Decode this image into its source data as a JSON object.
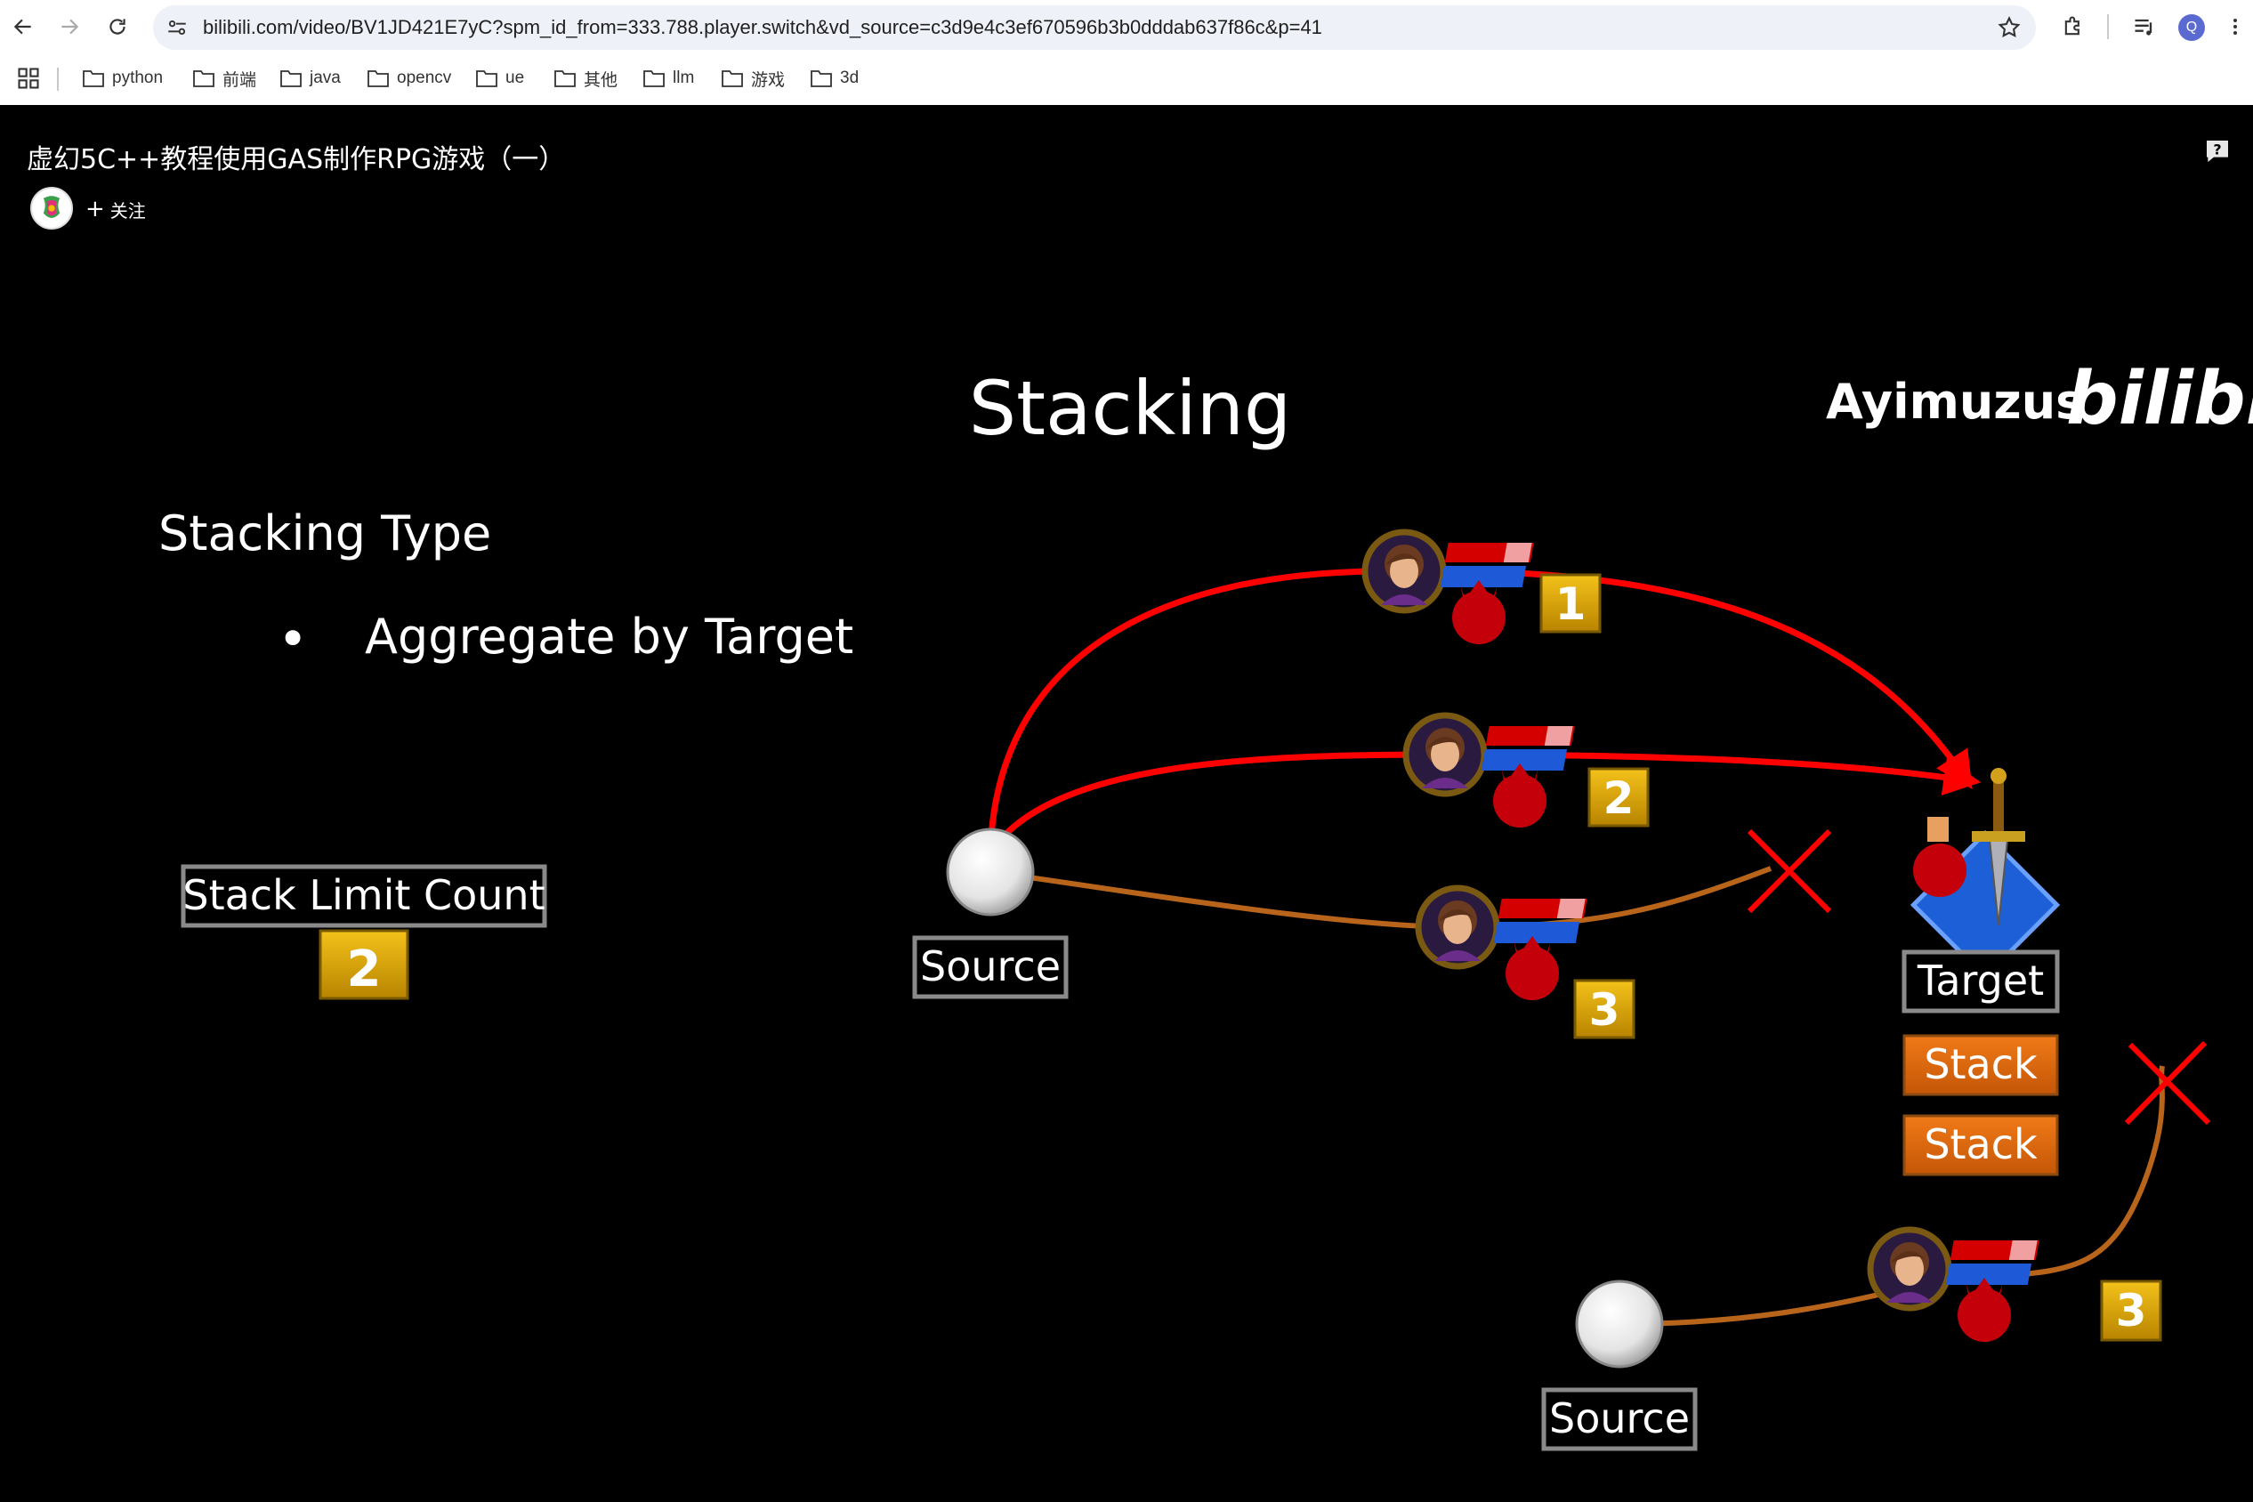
{
  "browser": {
    "url": "bilibili.com/video/BV1JD421E7yC?spm_id_from=333.788.player.switch&vd_source=c3d9e4c3ef670596b3b0dddab637f86c&p=41",
    "profile_initial": "Q",
    "bookmarks": [
      "python",
      "前端",
      "java",
      "opencv",
      "ue",
      "其他",
      "llm",
      "游戏",
      "3d"
    ]
  },
  "player": {
    "title": "虚幻5C++教程使用GAS制作RPG游戏（一）",
    "follow_label": "关注",
    "follow_plus": "+"
  },
  "slide": {
    "heading": "Stacking",
    "watermark_text": "Ayimuzus",
    "watermark_logo": "bilibili",
    "subheading": "Stacking Type",
    "bullet_symbol": "•",
    "bullet_text": "Aggregate by Target",
    "stack_limit_label": "Stack Limit Count",
    "stack_limit_value": "2",
    "source_label": "Source",
    "target_label": "Target",
    "stack_labels": [
      "Stack",
      "Stack"
    ],
    "effect_numbers": [
      "1",
      "2",
      "3",
      "3"
    ]
  },
  "colors": {
    "accent_red": "#ff0000",
    "orange_path": "#b8651b",
    "badge_gold": "#d9a400",
    "stack_orange": "#e06d10"
  }
}
